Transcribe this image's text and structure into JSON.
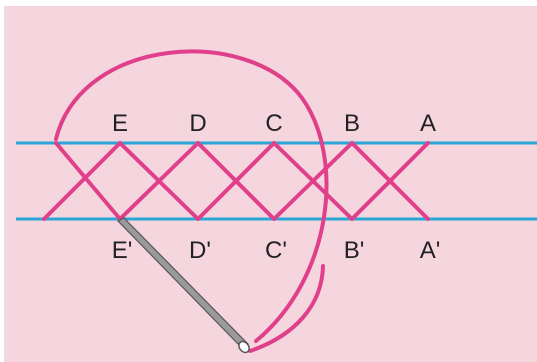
{
  "diagram": {
    "top_labels": [
      "E",
      "D",
      "C",
      "B",
      "A"
    ],
    "bottom_labels": [
      "E'",
      "D'",
      "C'",
      "B'",
      "A'"
    ],
    "colors": {
      "background": "#f5d6df",
      "guide_line": "#2aa7d6",
      "thread": "#e0408a",
      "needle_body": "#9a9a9a",
      "needle_outline": "#555555",
      "label": "#222222"
    },
    "icons": [
      "needle-icon"
    ]
  }
}
